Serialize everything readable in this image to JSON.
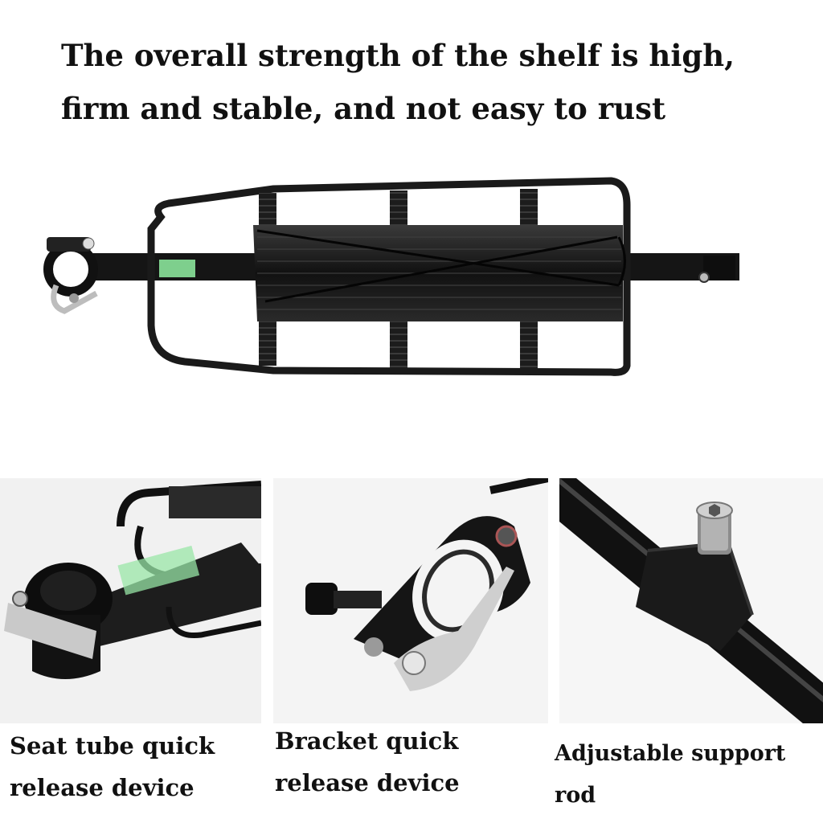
{
  "headline": "The overall strength of the shelf is high, firm and stable, and not easy to rust",
  "captions": [
    "Seat tube quick release device",
    "Bracket quick release device",
    "Adjustable support rod"
  ],
  "colors": {
    "background": "#ffffff",
    "text": "#111111",
    "rack_metal": "#1a1a1a",
    "label_green": "#3fd25a",
    "lever_silver": "#c9c9c9"
  }
}
